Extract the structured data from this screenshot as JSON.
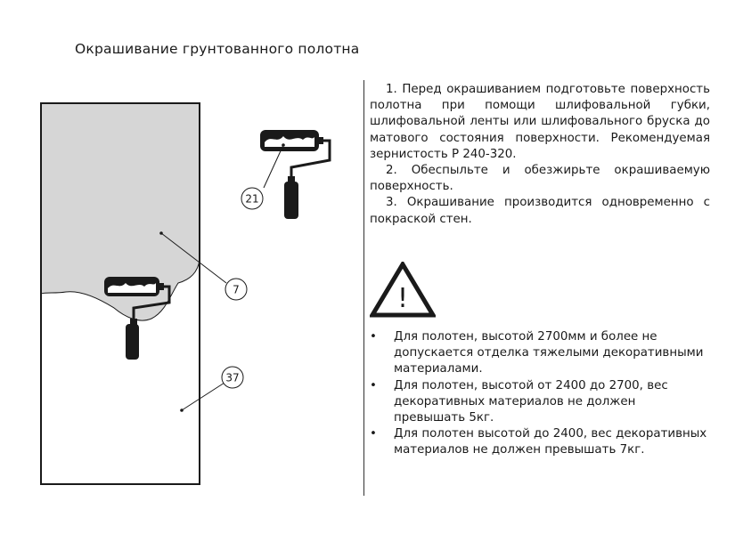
{
  "title": "Окрашивание грунтованного полотна",
  "callouts": {
    "roller": "21",
    "painted_area": "7",
    "door_leaf": "37"
  },
  "steps": [
    "1. Перед окрашиванием подготовьте поверхность полотна при помощи шлифовальной губки, шлифовальной ленты или шлифовального бруска до матового состояния поверхности. Рекомендуемая зернистость Р 240-320.",
    "2. Обеспыльте и обезжирьте окрашиваемую поверхность.",
    "3. Окрашивание производится одновременно с покраской стен."
  ],
  "warning_icon": "warning-triangle-icon",
  "warning_symbol": "!",
  "bullets": [
    "Для полотен, высотой 2700мм и более не допускается отделка тяжелыми декоративными материалами.",
    "Для полотен, высотой от 2400 до 2700, вес декоративных материалов не должен превышать 5кг.",
    "Для полотен высотой до 2400, вес декоративных материалов не должен превышать 7кг."
  ],
  "bullet_marker": "•",
  "colors": {
    "paint": "#d6d6d6",
    "ink": "#1a1a1a"
  }
}
